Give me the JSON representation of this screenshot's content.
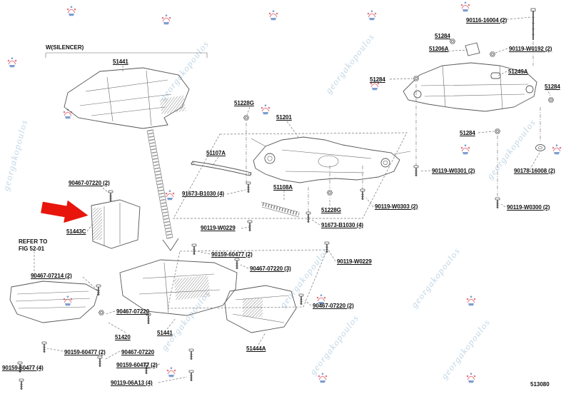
{
  "diagram_number": "513080",
  "watermark": {
    "text": "georgakopoulos",
    "color": "#b6cfe2"
  },
  "notes": {
    "silencer": "W(SILENCER)",
    "refer1": "REFER TO",
    "refer2": "FIG 52-01"
  },
  "parts": [
    {
      "text": "51441"
    },
    {
      "text": "90116-16004 (2)"
    },
    {
      "text": "51284"
    },
    {
      "text": "51206A"
    },
    {
      "text": "90119-W0192 (2)"
    },
    {
      "text": "51284"
    },
    {
      "text": "51249A"
    },
    {
      "text": "51284"
    },
    {
      "text": "51228G"
    },
    {
      "text": "51201"
    },
    {
      "text": "51284"
    },
    {
      "text": "51107A"
    },
    {
      "text": "90467-07220 (2)"
    },
    {
      "text": "90119-W0301 (2)"
    },
    {
      "text": "90178-16008 (2)"
    },
    {
      "text": "91673-B1030 (4)"
    },
    {
      "text": "51108A"
    },
    {
      "text": "51228G"
    },
    {
      "text": "90119-W0303 (2)"
    },
    {
      "text": "90119-W0300 (2)"
    },
    {
      "text": "91673-B1030 (4)"
    },
    {
      "text": "90119-W0229"
    },
    {
      "text": "51443C"
    },
    {
      "text": "90159-60477 (2)"
    },
    {
      "text": "90467-07220 (3)"
    },
    {
      "text": "90119-W0229"
    },
    {
      "text": "90467-07214 (2)"
    },
    {
      "text": "90467-07220 (2)"
    },
    {
      "text": "90467-07220"
    },
    {
      "text": "51420"
    },
    {
      "text": "51441"
    },
    {
      "text": "51444A"
    },
    {
      "text": "90159-60477 (2)"
    },
    {
      "text": "90467-07220"
    },
    {
      "text": "90159-60477 (2)"
    },
    {
      "text": "90159-60477 (4)"
    },
    {
      "text": "90119-06A13 (4)"
    }
  ],
  "highlight": {
    "arrow_color": "#e8150d"
  }
}
